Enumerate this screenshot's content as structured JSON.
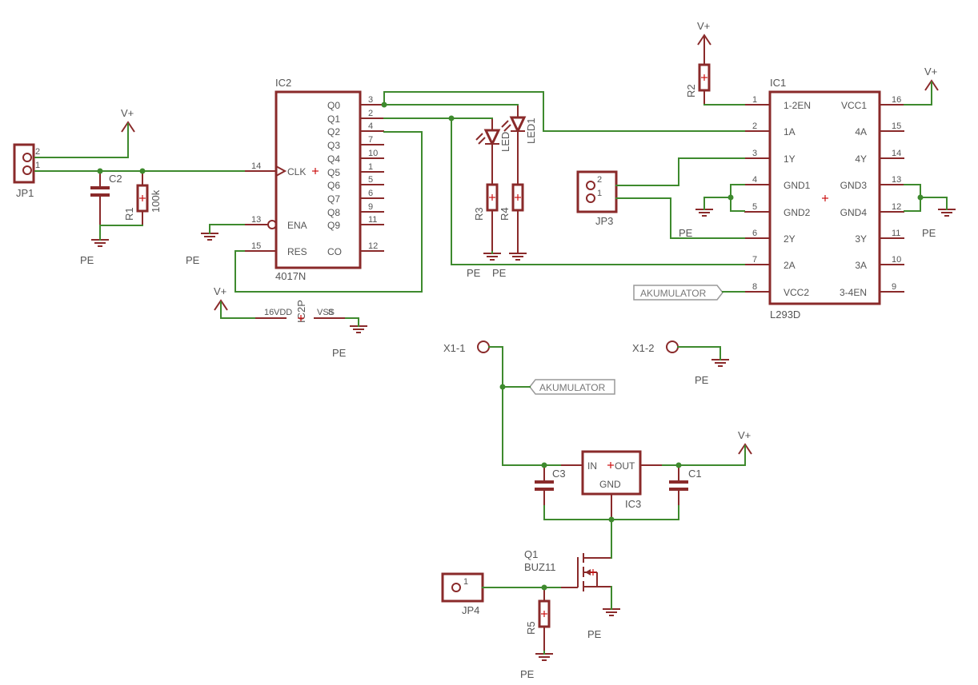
{
  "labels": {
    "vplus": "V+",
    "pe": "PE",
    "akumulator": "AKUMULATOR",
    "ic1": "IC1",
    "ic1_value": "L293D",
    "ic2": "IC2",
    "ic2_value": "4017N",
    "ic2p": "IC2P",
    "ic2p_vdd": "VDD",
    "ic2p_vss": "VSS",
    "ic2p_pin_vdd": "16",
    "ic2p_pin_vss": "8",
    "ic3": "IC3",
    "ic3_in": "IN",
    "ic3_out": "OUT",
    "ic3_gnd": "GND",
    "jp1": "JP1",
    "jp3": "JP3",
    "jp4": "JP4",
    "c1": "C1",
    "c2": "C2",
    "c3": "C3",
    "r1": "R1",
    "r1_value": "100k",
    "r2": "R2",
    "r3": "R3",
    "r4": "R4",
    "r5": "R5",
    "led1": "LED1",
    "led_partial": "LED",
    "q1": "Q1",
    "q1_value": "BUZ11",
    "x1_1": "X1-1",
    "x1_2": "X1-2",
    "jp_pin1": "1",
    "jp_pin2": "2"
  },
  "ic2_pins": [
    {
      "label": "Q0",
      "num": "3"
    },
    {
      "label": "Q1",
      "num": "2"
    },
    {
      "label": "Q2",
      "num": "4"
    },
    {
      "label": "Q3",
      "num": "7"
    },
    {
      "label": "Q4",
      "num": "10"
    },
    {
      "label": "Q5",
      "num": "1"
    },
    {
      "label": "Q6",
      "num": "5"
    },
    {
      "label": "Q7",
      "num": "6"
    },
    {
      "label": "Q8",
      "num": "9"
    },
    {
      "label": "Q9",
      "num": "11"
    }
  ],
  "ic2_left_pins": [
    {
      "label": "CLK",
      "num": "14"
    },
    {
      "label": "ENA",
      "num": "13"
    },
    {
      "label": "RES",
      "num": "15"
    }
  ],
  "ic2_co": {
    "label": "CO",
    "num": "12"
  },
  "ic1_left_pins": [
    {
      "label": "1-2EN",
      "num": "1"
    },
    {
      "label": "1A",
      "num": "2"
    },
    {
      "label": "1Y",
      "num": "3"
    },
    {
      "label": "GND1",
      "num": "4"
    },
    {
      "label": "GND2",
      "num": "5"
    },
    {
      "label": "2Y",
      "num": "6"
    },
    {
      "label": "2A",
      "num": "7"
    },
    {
      "label": "VCC2",
      "num": "8"
    }
  ],
  "ic1_right_pins": [
    {
      "label": "VCC1",
      "num": "16"
    },
    {
      "label": "4A",
      "num": "15"
    },
    {
      "label": "4Y",
      "num": "14"
    },
    {
      "label": "GND3",
      "num": "13"
    },
    {
      "label": "GND4",
      "num": "12"
    },
    {
      "label": "3Y",
      "num": "11"
    },
    {
      "label": "3A",
      "num": "10"
    },
    {
      "label": "3-4EN",
      "num": "9"
    }
  ],
  "colors": {
    "wire": "#3e8a2e",
    "part": "#8a2a2a",
    "text": "#555555",
    "origin": "#cc1111",
    "background": "#ffffff"
  }
}
